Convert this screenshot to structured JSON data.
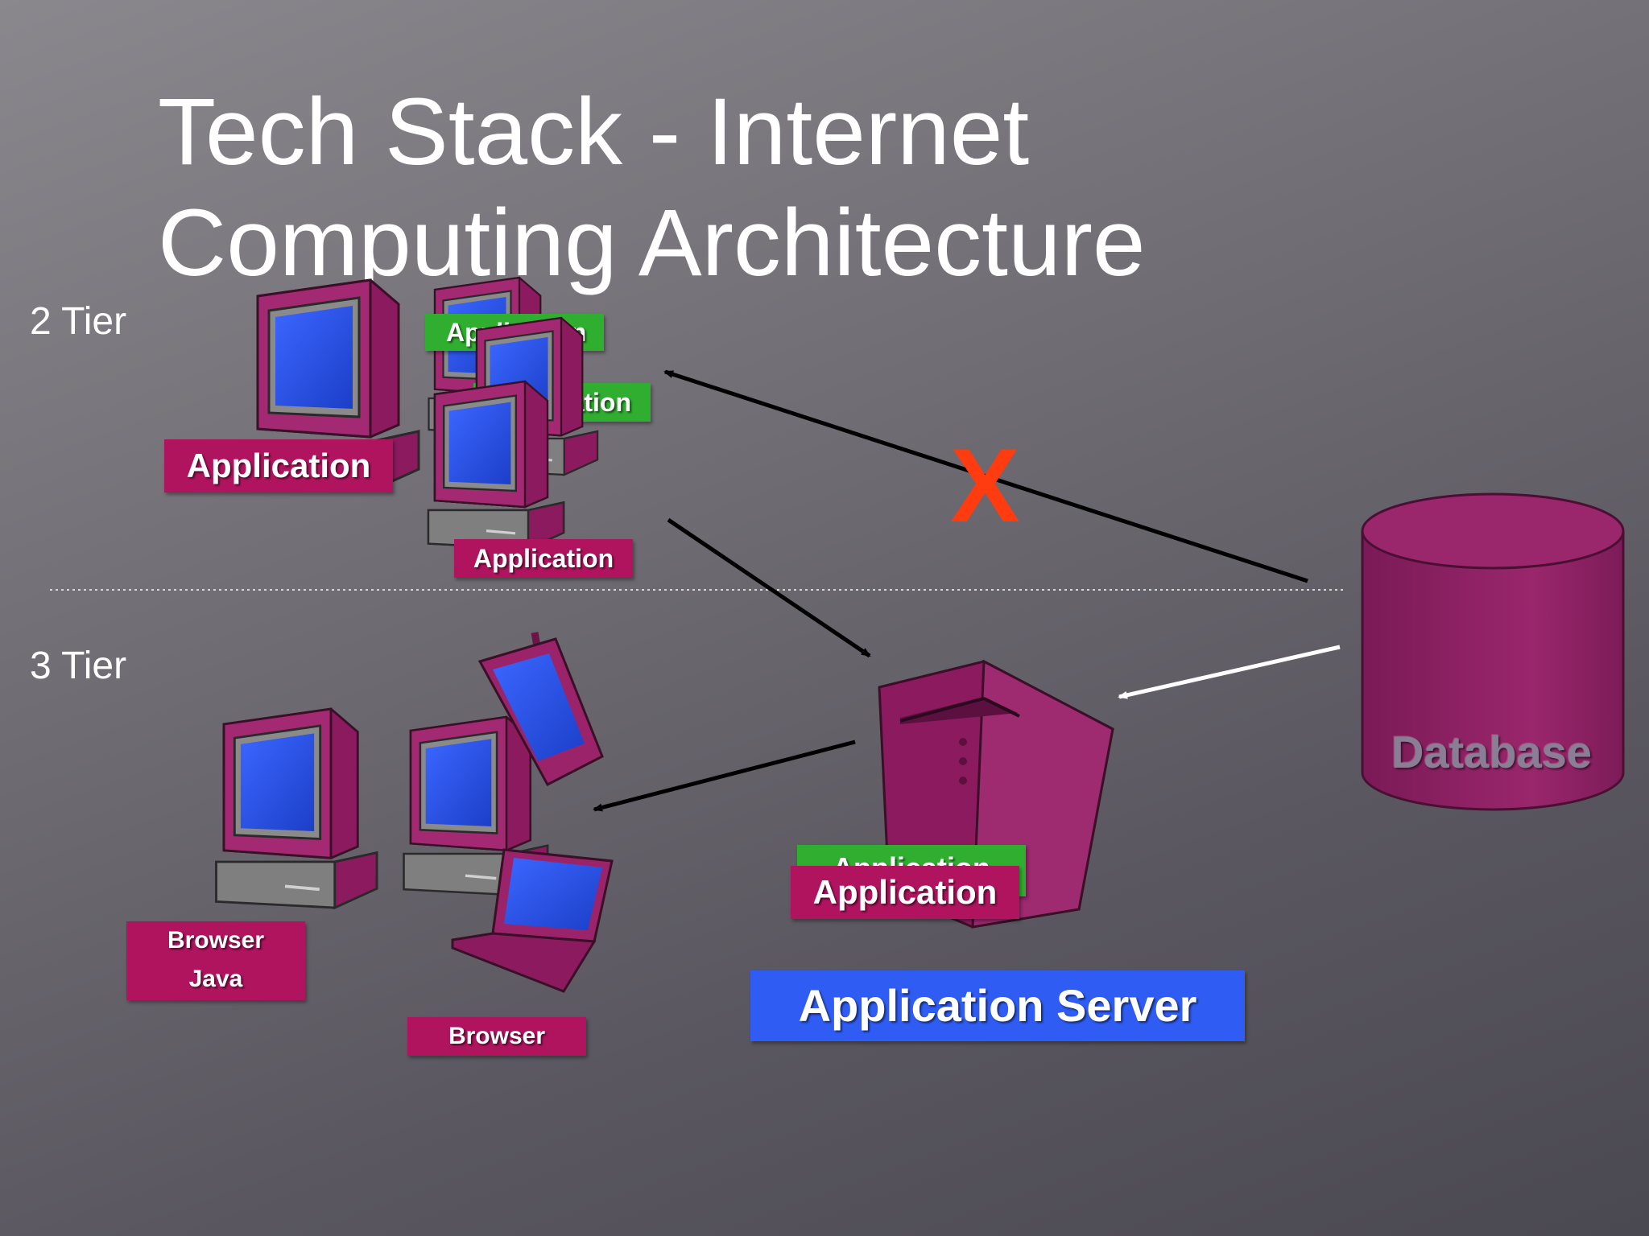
{
  "slide": {
    "title_line1": "Tech Stack - Internet",
    "title_line2": "Computing Architecture"
  },
  "tiers": {
    "two_tier": "2 Tier",
    "three_tier": "3 Tier"
  },
  "labels": {
    "app_main": "Application",
    "app_back_top": "Application",
    "app_back_mid": "Application",
    "app_front": "Application",
    "server_app_front": "Application",
    "server_app_back": "Application",
    "browser_java_line1": "Browser",
    "browser_java_line2": "Java",
    "browser": "Browser",
    "app_server": "Application Server",
    "database": "Database",
    "blocked": "X"
  },
  "colors": {
    "label_magenta": "#b0145e",
    "label_green": "#2fae2f",
    "label_blue": "#2f5cf2",
    "device_body": "#8c1a5e",
    "screen_blue": "#2a4fe0",
    "blocked_red": "#ff3b10"
  },
  "icons": [
    "desktop-computer-icon",
    "pda-icon",
    "laptop-icon",
    "server-tower-icon",
    "database-cylinder-icon"
  ]
}
